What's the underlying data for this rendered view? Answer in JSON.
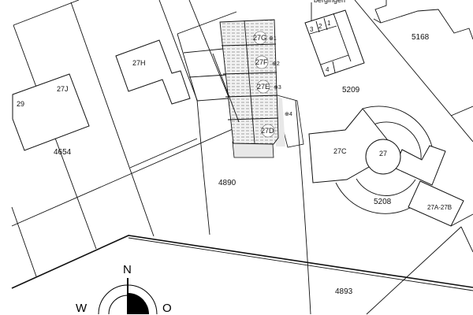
{
  "map": {
    "parcels": [
      "4654",
      "4890",
      "5209",
      "5168",
      "5208",
      "4893"
    ],
    "buildings": [
      "29",
      "27J",
      "27H",
      "27C",
      "27",
      "27A-27B"
    ],
    "hatched_units": [
      "27G",
      "27F",
      "27E",
      "27D"
    ],
    "unit_markers": [
      "1",
      "2",
      "3",
      "4"
    ],
    "storage_label": "bergingen",
    "storage_units": [
      "3",
      "2",
      "1",
      "4"
    ]
  },
  "compass": {
    "north": "N",
    "west": "W",
    "east": "O"
  },
  "colors": {
    "line": "#111111",
    "hatch_fill": "#e8e8e8",
    "background": "#ffffff"
  }
}
